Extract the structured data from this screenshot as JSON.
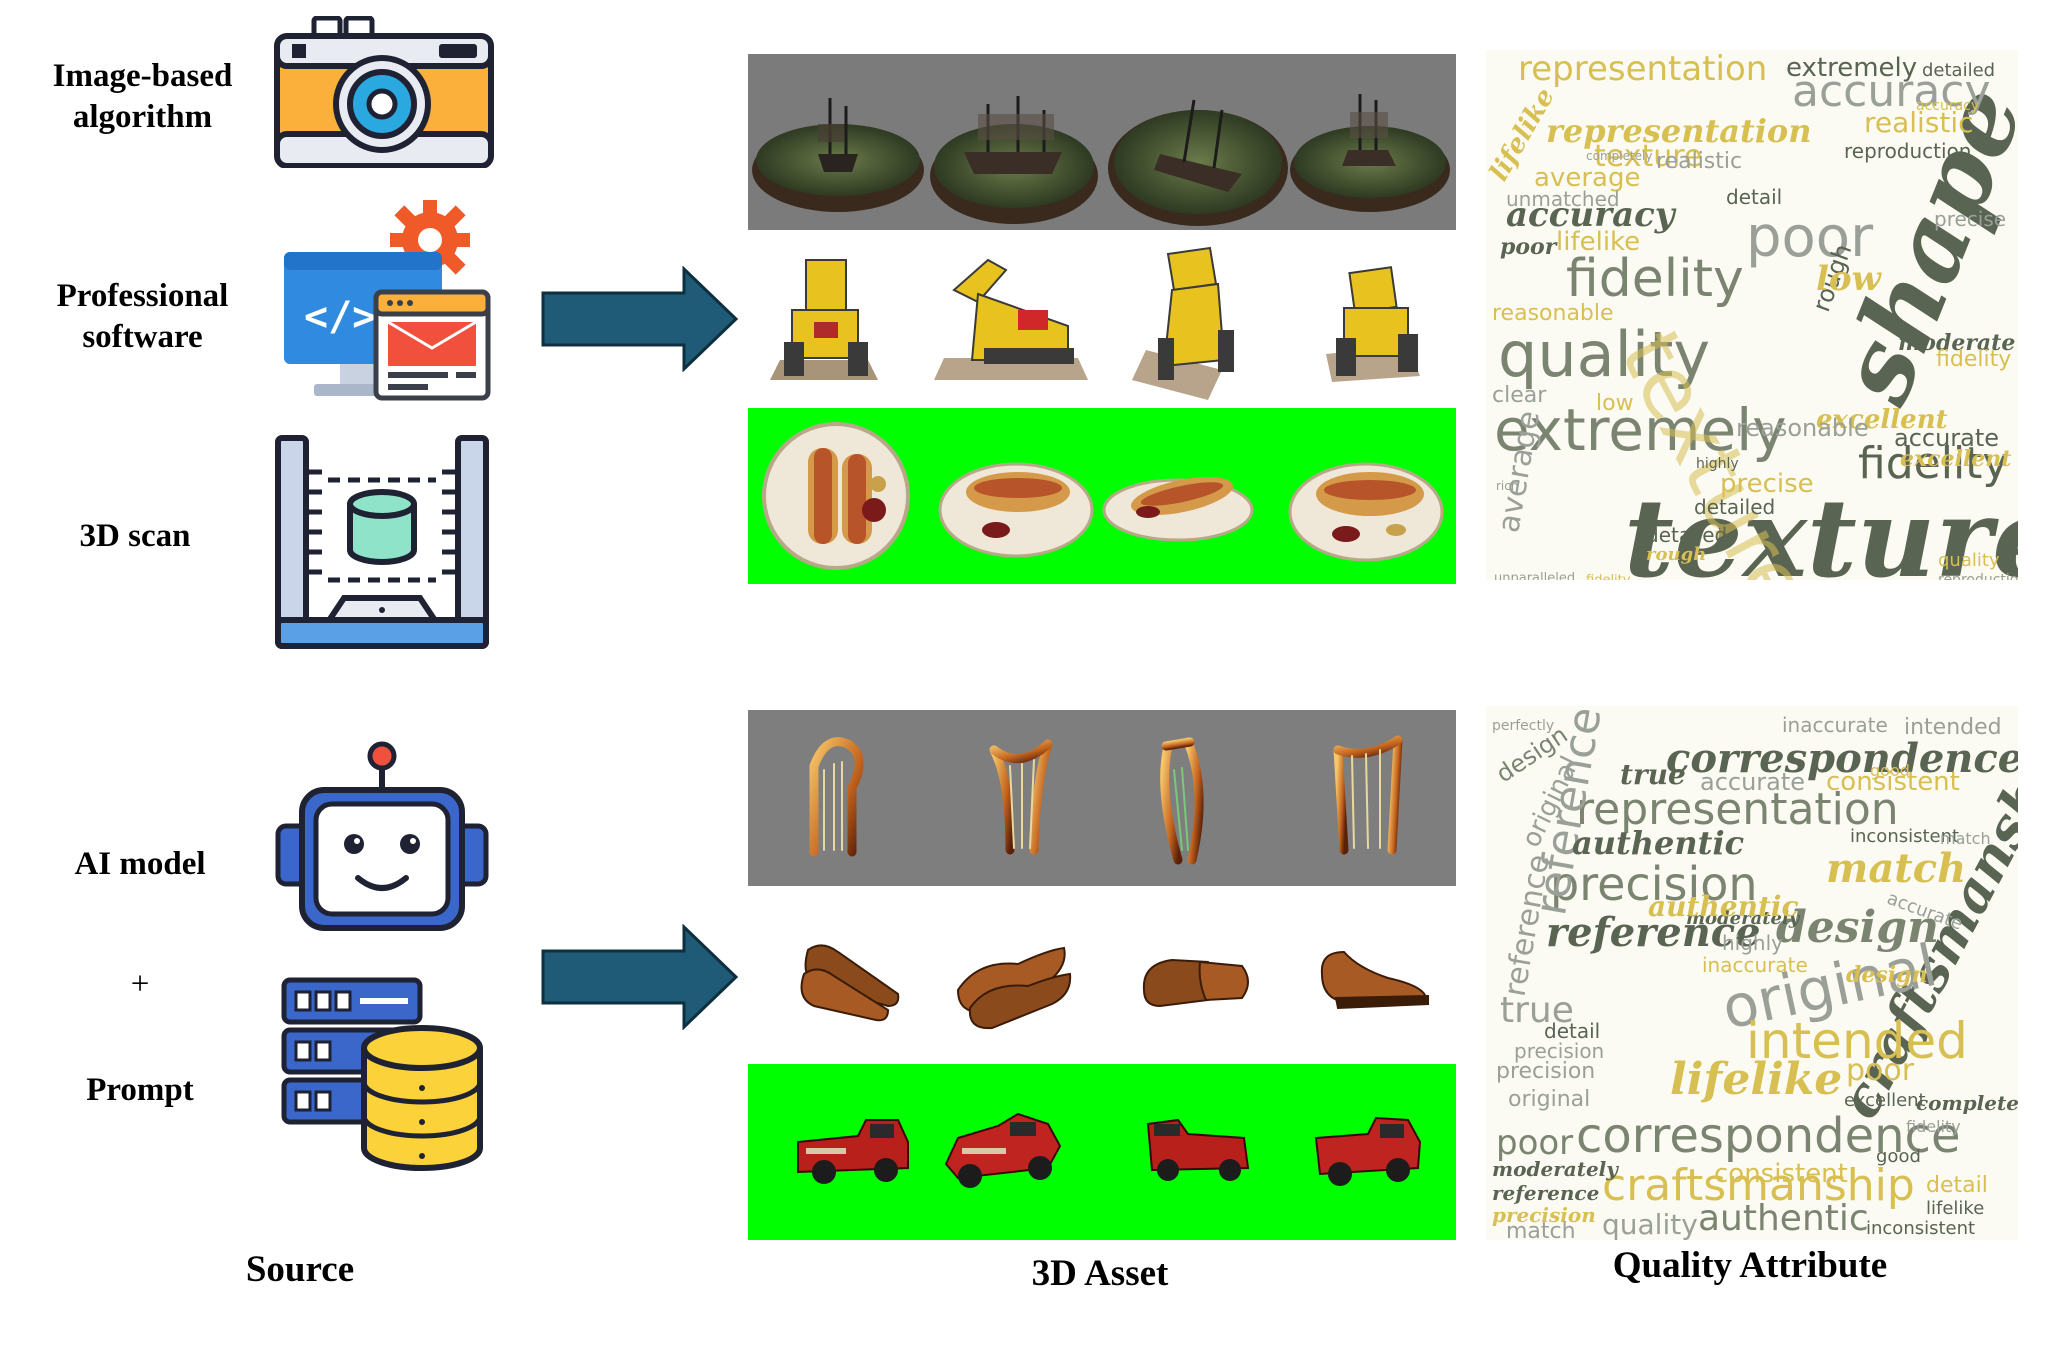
{
  "columns": {
    "source": "Source",
    "asset": "3D Asset",
    "quality": "Quality Attribute"
  },
  "sources_group1": {
    "image_algo": [
      "Image-based",
      "algorithm"
    ],
    "pro_software": [
      "Professional",
      "software"
    ],
    "scan": "3D scan"
  },
  "sources_group2": {
    "ai_model": "AI model",
    "plus": "+",
    "prompt": "Prompt"
  },
  "colors": {
    "arrow": "#1f5a76",
    "strip_gray": "#7b7b7b",
    "strip_green": "#00ff00",
    "cloud_dark": "#5a6452",
    "cloud_gold": "#d8bf52",
    "cloud_gray": "#9aa098"
  },
  "icons": [
    "camera-icon",
    "software-window-icon",
    "gear-icon",
    "3d-scanner-icon",
    "robot-icon",
    "database-server-icon",
    "arrow-right-icon"
  ],
  "wordcloud1": {
    "big": [
      "texture",
      "shape",
      "quality",
      "fidelity",
      "extremely",
      "poor",
      "accuracy",
      "representation",
      "fidelity",
      "texture"
    ],
    "medium": [
      "representation",
      "extremely",
      "detailed",
      "accuracy",
      "realistic",
      "reproduction",
      "lifelike",
      "average",
      "accuracy",
      "unmatched",
      "detail",
      "poor",
      "lifelike",
      "rough",
      "low",
      "reasonable",
      "clear",
      "excellent",
      "precise",
      "moderate",
      "detailed",
      "accurate",
      "average",
      "precise",
      "detailed",
      "excellent",
      "texture",
      "fidelity",
      "quality",
      "reproduction",
      "unparalleled",
      "fidelity",
      "completely",
      "highly",
      "rich",
      "reasonable",
      "rough",
      "realistic",
      "low"
    ]
  },
  "wordcloud2": {
    "big": [
      "correspondence",
      "representation",
      "precision",
      "reference",
      "craftsmanship",
      "original",
      "design",
      "intended",
      "correspondence",
      "craftsmanship",
      "authentic",
      "match",
      "lifelike"
    ],
    "medium": [
      "inaccurate",
      "intended",
      "design",
      "true",
      "accurate",
      "consistent",
      "reference",
      "original",
      "authentic",
      "good",
      "inconsistent",
      "match",
      "precision",
      "moderately",
      "design",
      "accurate",
      "reference",
      "true",
      "detail",
      "precision",
      "original",
      "poor",
      "poor",
      "excellent",
      "consistent",
      "moderately",
      "reference",
      "precision",
      "match",
      "quality",
      "authentic",
      "inconsistent",
      "lifelike",
      "good",
      "detail",
      "completely",
      "highly",
      "fidelity",
      "inaccurate",
      "perfectly"
    ]
  }
}
